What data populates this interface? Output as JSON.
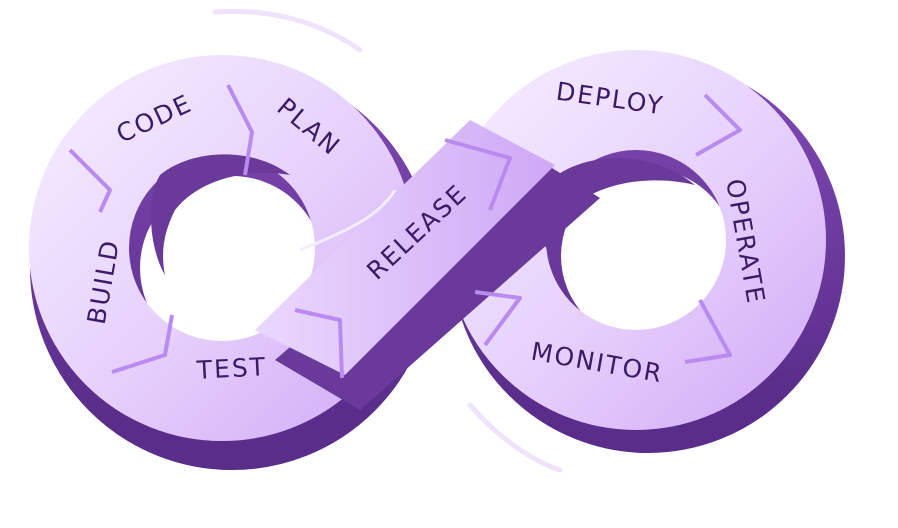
{
  "diagram": {
    "stages": [
      {
        "id": "plan",
        "label": "PLAN"
      },
      {
        "id": "code",
        "label": "CODE"
      },
      {
        "id": "build",
        "label": "BUILD"
      },
      {
        "id": "test",
        "label": "TEST"
      },
      {
        "id": "release",
        "label": "RELEASE"
      },
      {
        "id": "deploy",
        "label": "DEPLOY"
      },
      {
        "id": "operate",
        "label": "OPERATE"
      },
      {
        "id": "monitor",
        "label": "MONITOR"
      }
    ],
    "colors": {
      "band_light": "#efe2fd",
      "band_mid": "#dcc0f9",
      "band_accent": "#c495f3",
      "shadow": "#6a3a9a",
      "shadow_dark": "#552b83",
      "label": "#3b1a66",
      "separator": "#b98bee"
    }
  }
}
